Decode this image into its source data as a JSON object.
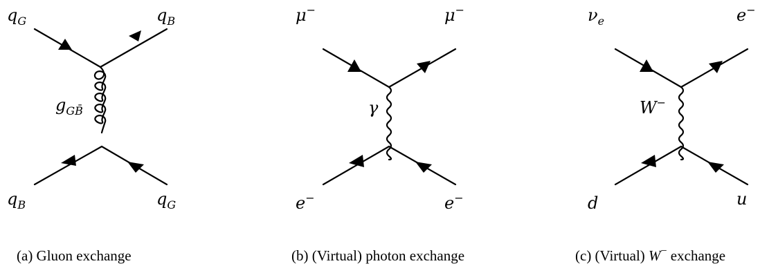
{
  "diagrams": [
    {
      "top_left": {
        "base": "q",
        "sub": "G",
        "sup": ""
      },
      "top_right": {
        "base": "q",
        "sub": "B",
        "sup": ""
      },
      "bottom_left": {
        "base": "q",
        "sub": "B",
        "sup": ""
      },
      "bottom_right": {
        "base": "q",
        "sub": "G",
        "sup": ""
      },
      "propagator": {
        "base": "g",
        "sub": "GB̄",
        "sup": ""
      },
      "propagator_style": "gluon",
      "caption": "(a) Gluon exchange"
    },
    {
      "top_left": {
        "base": "μ",
        "sub": "",
        "sup": "−"
      },
      "top_right": {
        "base": "μ",
        "sub": "",
        "sup": "−"
      },
      "bottom_left": {
        "base": "e",
        "sub": "",
        "sup": "−"
      },
      "bottom_right": {
        "base": "e",
        "sub": "",
        "sup": "−"
      },
      "propagator": {
        "base": "γ",
        "sub": "",
        "sup": ""
      },
      "propagator_style": "photon",
      "caption": "(b) (Virtual) photon exchange"
    },
    {
      "top_left": {
        "base": "ν",
        "sub": "e",
        "sup": ""
      },
      "top_right": {
        "base": "e",
        "sub": "",
        "sup": "−"
      },
      "bottom_left": {
        "base": "d",
        "sub": "",
        "sup": ""
      },
      "bottom_right": {
        "base": "u",
        "sub": "",
        "sup": ""
      },
      "propagator": {
        "base": "W",
        "sub": "",
        "sup": "−"
      },
      "propagator_style": "boson",
      "caption_prefix": "(c) (Virtual) ",
      "caption_symbol": "W",
      "caption_symbol_sup": "−",
      "caption_suffix": " exchange"
    }
  ]
}
